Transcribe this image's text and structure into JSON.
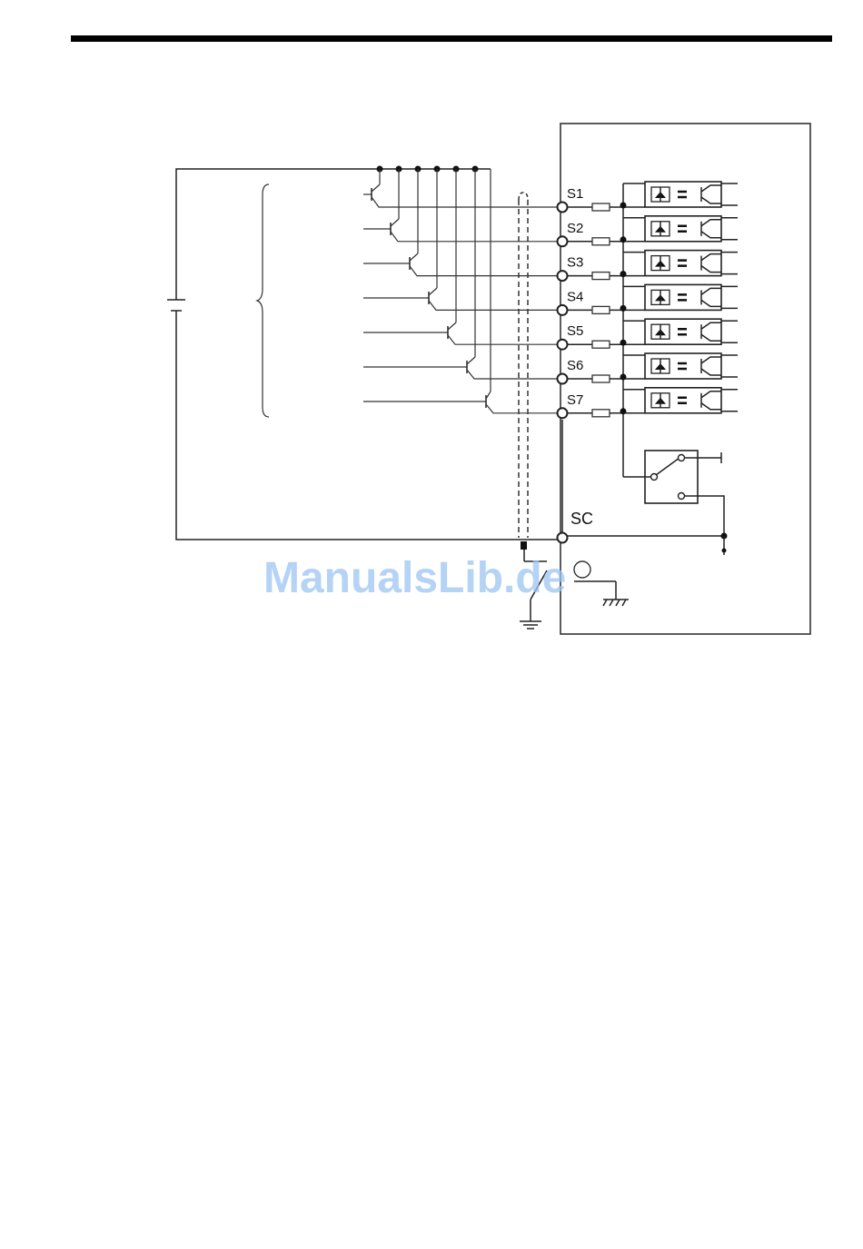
{
  "diagram": {
    "terminals": [
      "S1",
      "S2",
      "S3",
      "S4",
      "S5",
      "S6",
      "S7"
    ],
    "common_terminal": "SC",
    "watermark": "ManualsLib.de",
    "colors": {
      "line": "#222222",
      "watermark": "#9cc4f2"
    }
  }
}
